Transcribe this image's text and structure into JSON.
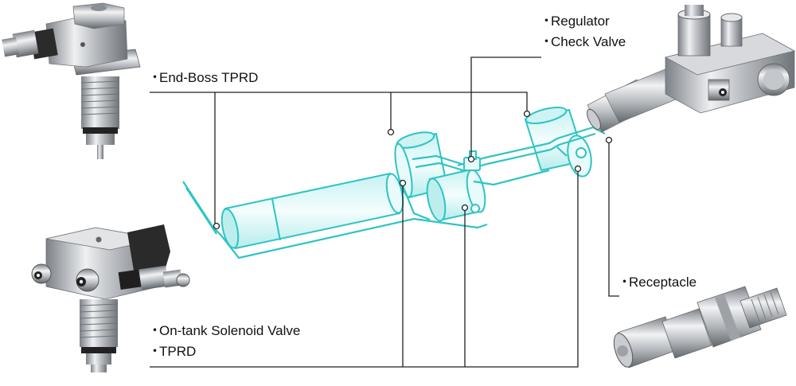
{
  "labels": {
    "end_boss_tprd": "End-Boss TPRD",
    "regulator": "Regulator",
    "check_valve": "Check Valve",
    "receptacle": "Receptacle",
    "on_tank_solenoid_valve": "On-tank Solenoid Valve",
    "tprd": "TPRD"
  },
  "bullet": "・",
  "colors": {
    "leader_line": "#222222",
    "tank_outline": "#2ec4c4",
    "tank_fill": "#dff7f7",
    "metal": "#b9bcc0"
  },
  "components": [
    {
      "name": "end-boss-tprd-part",
      "icon": "tprd-valve-icon"
    },
    {
      "name": "regulator-check-valve-part",
      "icon": "regulator-block-icon"
    },
    {
      "name": "on-tank-solenoid-valve-part",
      "icon": "solenoid-block-icon"
    },
    {
      "name": "receptacle-part",
      "icon": "receptacle-fitting-icon"
    }
  ]
}
